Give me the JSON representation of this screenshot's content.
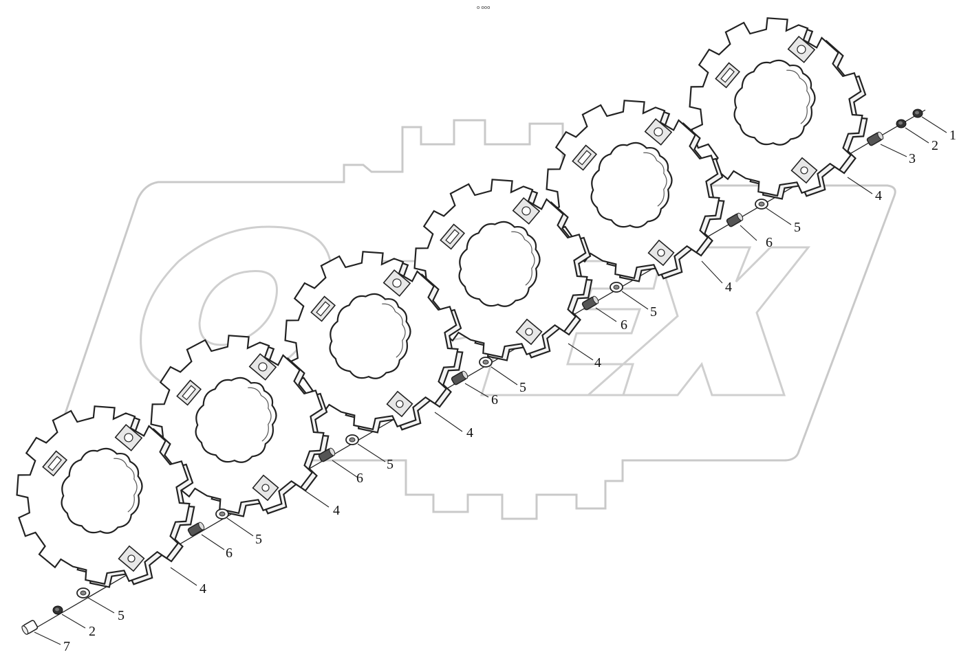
{
  "top_mark": "o ooo",
  "watermark_text": "OPEX",
  "callouts": {
    "c1": "1",
    "c2_top": "2",
    "c3": "3",
    "c4_1": "4",
    "c5_1": "5",
    "c6_1": "6",
    "c4_2": "4",
    "c5_2": "5",
    "c6_2": "6",
    "c4_3": "4",
    "c5_3": "5",
    "c6_3": "6",
    "c4_4": "4",
    "c5_4": "5",
    "c6_4": "6",
    "c4_5": "4",
    "c5_5": "5",
    "c6_5": "6",
    "c4_6": "4",
    "c5_6": "5",
    "c2_bottom": "2",
    "c7": "7"
  }
}
